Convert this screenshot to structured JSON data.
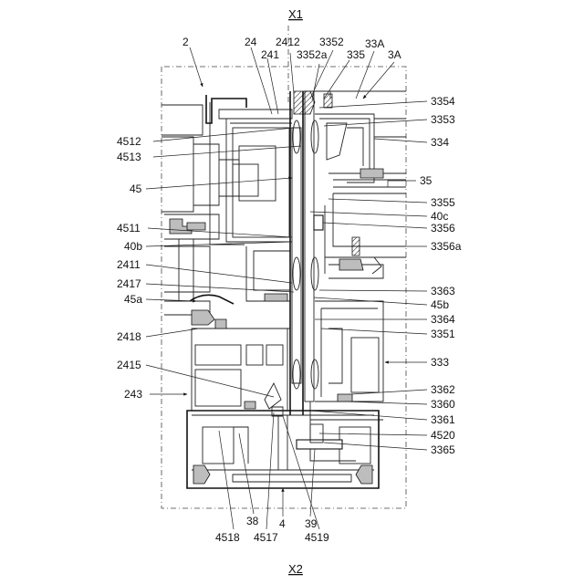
{
  "axis_labels": {
    "top": "X1",
    "bottom": "X2"
  },
  "labels": {
    "l2": "2",
    "l24": "24",
    "l241": "241",
    "l2412": "2412",
    "l3352": "3352",
    "l3352a": "3352a",
    "l335": "335",
    "l33A": "33A",
    "l3A": "3A",
    "l3354": "3354",
    "l3353": "3353",
    "l4512": "4512",
    "l334": "334",
    "l4513": "4513",
    "l35": "35",
    "l45": "45",
    "l3355": "3355",
    "l40c": "40c",
    "l4511": "4511",
    "l3356": "3356",
    "l40b": "40b",
    "l3356a": "3356a",
    "l2411": "2411",
    "l2417": "2417",
    "l3363": "3363",
    "l45a": "45a",
    "l45b": "45b",
    "l3364": "3364",
    "l2418": "2418",
    "l3351": "3351",
    "l333": "333",
    "l2415": "2415",
    "l3362": "3362",
    "l243": "243",
    "l3360": "3360",
    "l3361": "3361",
    "l4520": "4520",
    "l3365": "3365",
    "l38": "38",
    "l39": "39",
    "l4": "4",
    "l4518": "4518",
    "l4517": "4517",
    "l4519": "4519"
  }
}
